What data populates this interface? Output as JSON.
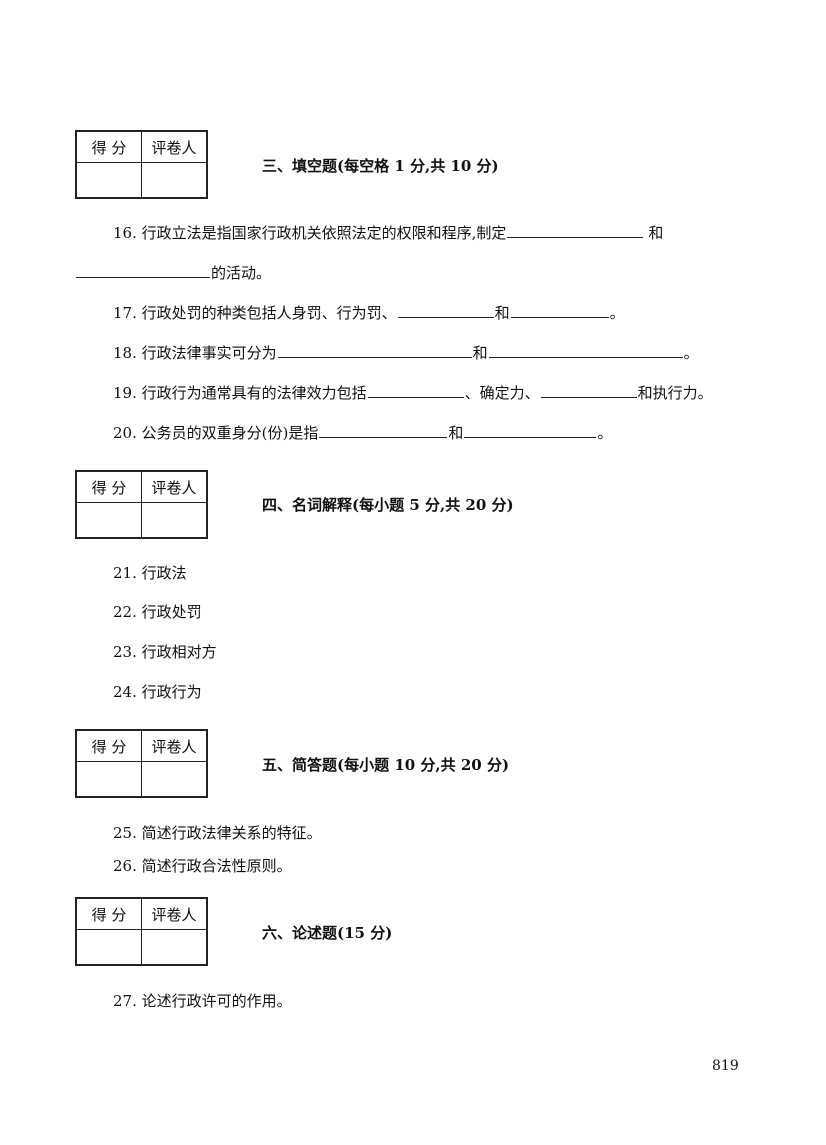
{
  "score_box": {
    "score_label": "得 分",
    "grader_label": "评卷人"
  },
  "sections": {
    "s3": {
      "title": "三、填空题(每空格 1 分,共 10 分)"
    },
    "s4": {
      "title": "四、名词解释(每小题 5 分,共 20 分)"
    },
    "s5": {
      "title": "五、简答题(每小题 10 分,共 20 分)"
    },
    "s6": {
      "title": "六、论述题(15 分)"
    }
  },
  "q16": {
    "part1": "16. 行政立法是指国家行政机关依照法定的权限和程序,制定",
    "part2": "和",
    "part3": "的活动。"
  },
  "q17": {
    "part1": "17. 行政处罚的种类包括人身罚、行为罚、",
    "part2": "和",
    "part3": "。"
  },
  "q18": {
    "part1": "18. 行政法律事实可分为",
    "part2": "和",
    "part3": "。"
  },
  "q19": {
    "part1": "19. 行政行为通常具有的法律效力包括",
    "part2": "、确定力、",
    "part3": "和执行力。"
  },
  "q20": {
    "part1": "20. 公务员的双重身分(份)是指",
    "part2": "和",
    "part3": "。"
  },
  "q21": "21. 行政法",
  "q22": "22. 行政处罚",
  "q23": "23. 行政相对方",
  "q24": "24. 行政行为",
  "q25": "25. 简述行政法律关系的特征。",
  "q26": "26. 简述行政合法性原则。",
  "q27": "27. 论述行政许可的作用。",
  "page_number": "819"
}
